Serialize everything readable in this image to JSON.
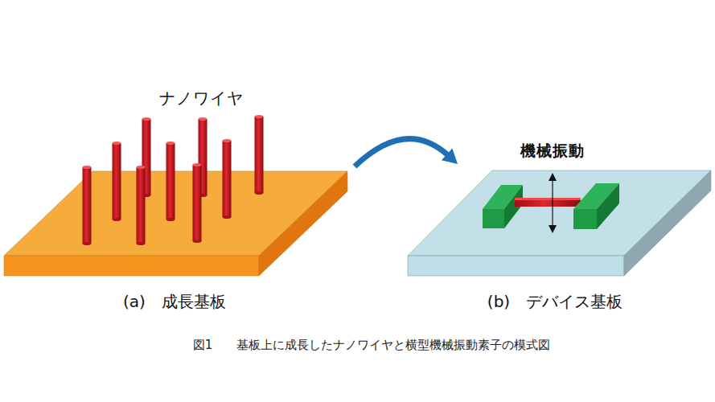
{
  "diagram": {
    "caption": "図1　　基板上に成長したナノワイヤと横型機械振動素子の模式図",
    "nodes": [
      {
        "text": [
          "(a)　成長基板"
        ]
      },
      {
        "text": [
          "(b)　デバイス基板"
        ]
      }
    ],
    "edges": [
      {
        "from": 0,
        "to": 1,
        "arrow": "to"
      }
    ],
    "labels": [
      "ナノワイヤ",
      "機械振動"
    ]
  }
}
